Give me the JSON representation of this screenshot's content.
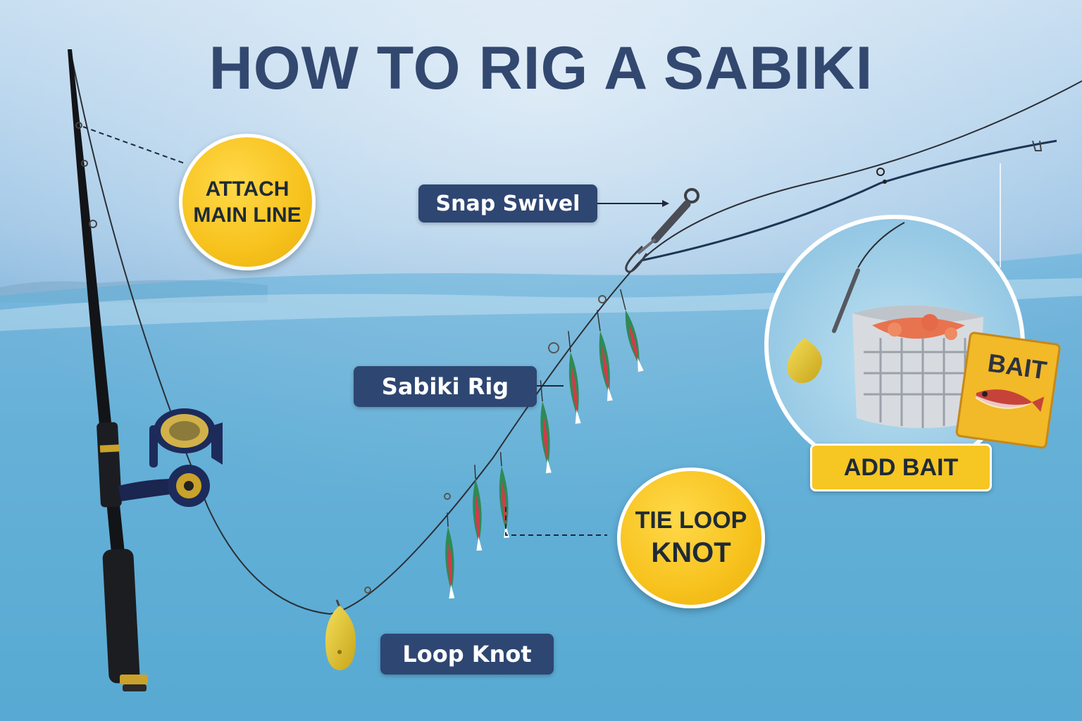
{
  "title": "HOW TO RIG A SABIKI",
  "steps": {
    "attach_main_line": [
      "ATTACH",
      "MAIN LINE"
    ],
    "tie_loop_knot": [
      "TIE LOOP",
      "KNOT"
    ],
    "add_bait": "ADD BAIT"
  },
  "labels": {
    "snap_swivel": "Snap Swivel",
    "sabiki_rig": "Sabiki Rig",
    "loop_knot": "Loop Knot"
  },
  "bait_packet_text": "BAIT",
  "colors": {
    "title": "#33486f",
    "label_pill": "#2e4672",
    "step_yellow": "#f6c623"
  }
}
